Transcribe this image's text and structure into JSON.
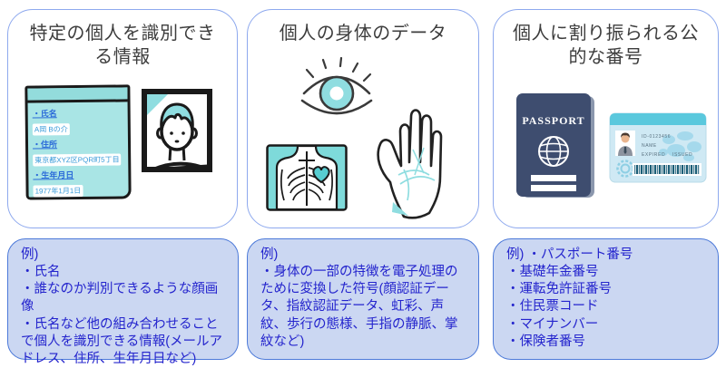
{
  "colors": {
    "card_border": "#8ea9ee",
    "title_text": "#3d3d3d",
    "example_bg": "#cbd7f2",
    "example_border": "#4d7ad9",
    "example_text": "#2424cd",
    "outline": "#1a1a1a",
    "teal": "#a9e5e5",
    "teal_dark": "#93dcdc",
    "teal_bright": "#8fdde0",
    "teal_deep": "#57cdd1",
    "xray_bg": "#7edada",
    "navy": "#3e4d6f",
    "navy_light": "#8b97ad",
    "idcard_bg": "#cfe9f4",
    "idcard_strip": "#5ac8dd",
    "map": "#a5d9ec",
    "barcode": "#1b5e77",
    "doc_label_blue": "#2b6bd9",
    "doc_value_blue": "#3a9bd9"
  },
  "panels": [
    {
      "id": "identifiable-info",
      "title_lines": [
        "特定の個人を識別でき",
        "る情報"
      ],
      "document": {
        "fields": [
          {
            "label": "・氏名",
            "value": "A岡 Bの介"
          },
          {
            "label": "・住所",
            "value": "東京都XYZ区PQR町5丁目"
          },
          {
            "label": "・生年月日",
            "value": "1977年1月1日"
          }
        ]
      },
      "example": {
        "lines": [
          "例)",
          "・氏名",
          "・誰なのか判別できるような顔画像",
          "・氏名など他の組み合わせることで個人を識別できる情報(メールアドレス、住所、生年月日など)"
        ]
      }
    },
    {
      "id": "body-data",
      "title_lines": [
        "個人の身体のデータ"
      ],
      "example": {
        "lines": [
          "例)",
          "・身体の一部の特徴を電子処理のために変換した符号(顔認証データ、指紋認証データ、虹彩、声紋、歩行の態様、手指の静脈、掌紋など)"
        ]
      }
    },
    {
      "id": "public-numbers",
      "title_lines": [
        "個人に割り振られる公",
        "的な番号"
      ],
      "passport": {
        "label": "PASSPORT"
      },
      "id_card": {
        "lines": [
          "ID-0123456",
          "NAME",
          "EXPIRED",
          "ISSUED"
        ]
      },
      "example": {
        "lines": [
          "例) ・パスポート番号",
          "・基礎年金番号",
          "・運転免許証番号",
          "・住民票コード",
          "・マイナンバー",
          "・保険者番号"
        ]
      }
    }
  ]
}
